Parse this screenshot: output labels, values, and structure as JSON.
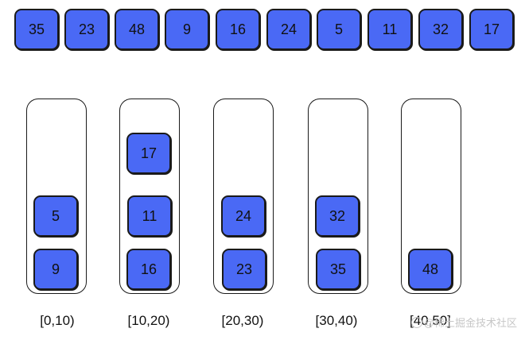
{
  "colors": {
    "tile_fill": "#4a69f5",
    "outline": "#1a1a1a"
  },
  "input_array": [
    "35",
    "23",
    "48",
    "9",
    "16",
    "24",
    "5",
    "11",
    "32",
    "17"
  ],
  "buckets": [
    {
      "label": "[0,10)",
      "items": [
        "5",
        "9"
      ]
    },
    {
      "label": "[10,20)",
      "items": [
        "17",
        "11",
        "16"
      ]
    },
    {
      "label": "[20,30)",
      "items": [
        "24",
        "23"
      ]
    },
    {
      "label": "[30,40)",
      "items": [
        "32",
        "35"
      ]
    },
    {
      "label": "[40,50]",
      "items": [
        "48"
      ]
    }
  ],
  "watermark": {
    "text": "@稀土掘金技术社区",
    "icon": "juejin-logo-icon"
  }
}
